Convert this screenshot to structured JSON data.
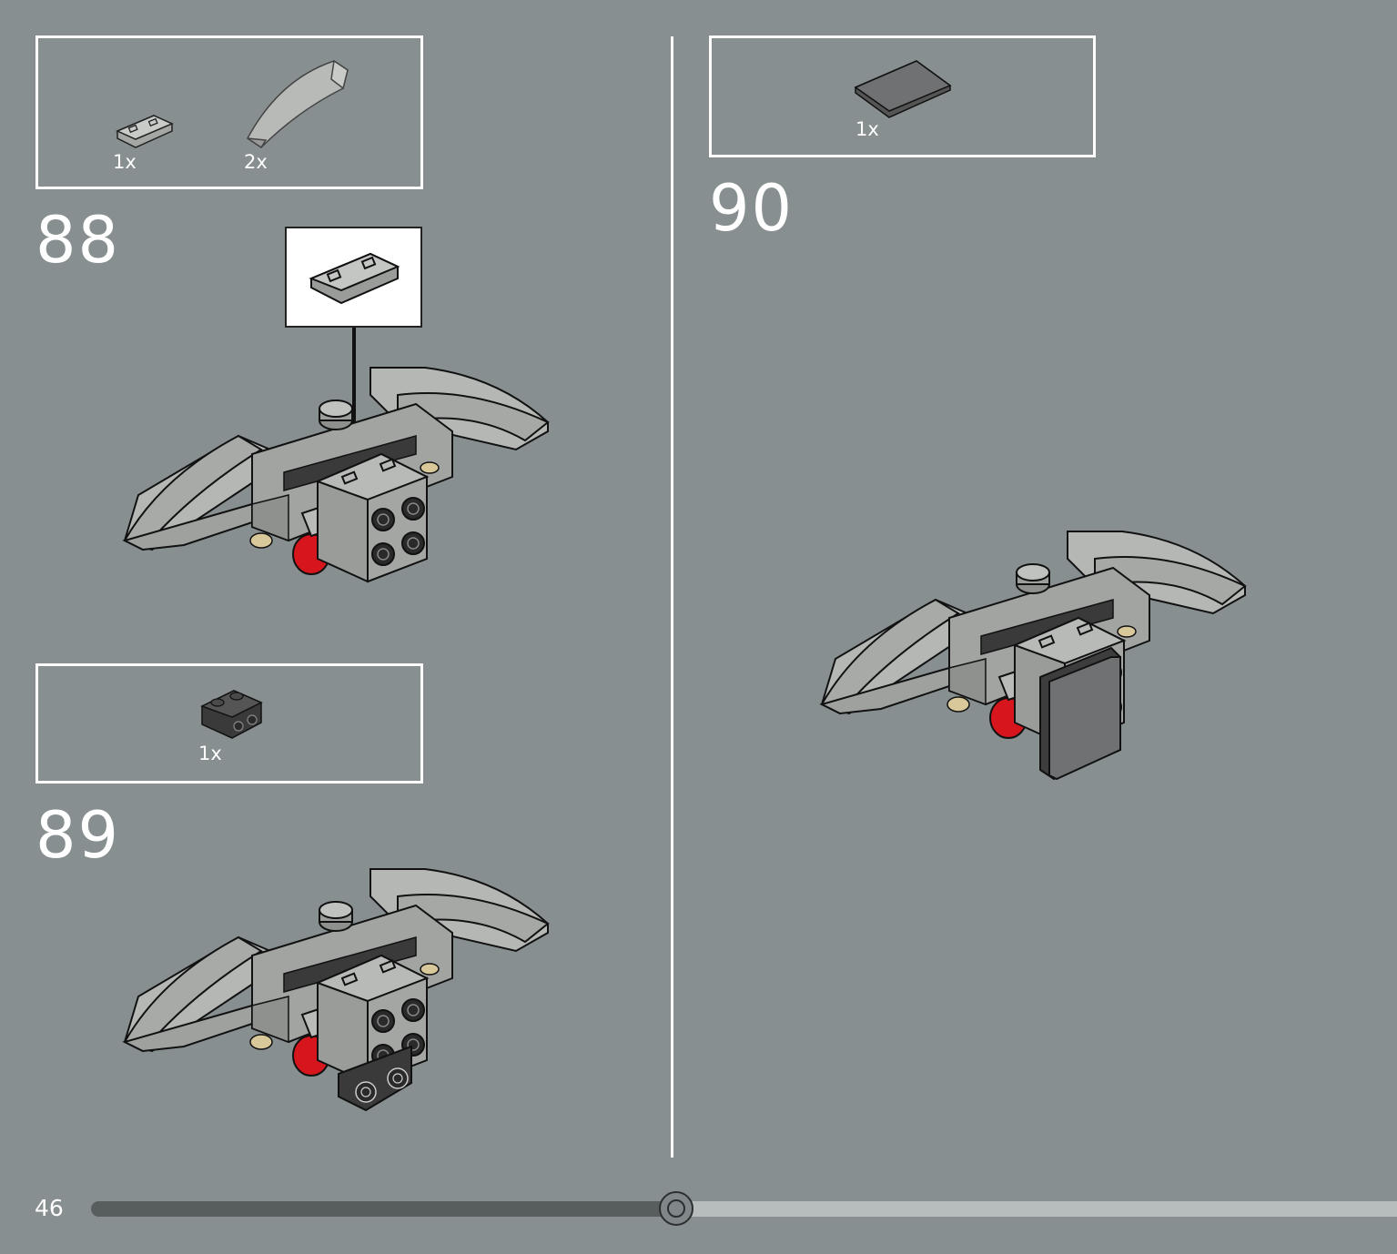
{
  "page_number": "46",
  "progress": 0.48,
  "steps": [
    {
      "number": "88",
      "parts": [
        {
          "icon": "jumper-plate-light-grey-icon",
          "qty": "1x"
        },
        {
          "icon": "curved-slope-light-grey-icon",
          "qty": "2x"
        }
      ]
    },
    {
      "number": "89",
      "parts": [
        {
          "icon": "bracket-dark-grey-icon",
          "qty": "1x"
        }
      ]
    },
    {
      "number": "90",
      "parts": [
        {
          "icon": "tile-dark-grey-icon",
          "qty": "1x"
        }
      ]
    }
  ],
  "colors": {
    "background": "#878f90",
    "light_grey": "#b4b6b4",
    "dark_grey": "#6f7172",
    "black": "#2a2a2a",
    "red": "#d6161c",
    "tan": "#d8c89a"
  }
}
